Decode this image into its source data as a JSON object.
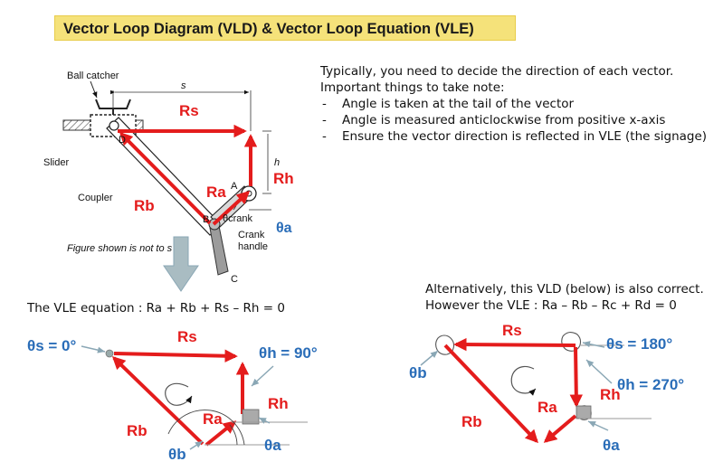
{
  "title": "Vector Loop Diagram (VLD) & Vector Loop Equation (VLE)",
  "notes": {
    "intro": "Typically, you need to decide the direction of each vector.",
    "heading": "Important things to take note:",
    "bullets": [
      "Angle is taken at the tail of the vector",
      "Angle is measured anticlockwise from positive x-axis",
      "Ensure the vector direction is reflected in VLE (the signage)"
    ]
  },
  "mechanism": {
    "labels": {
      "ball_catcher": "Ball catcher",
      "slider": "Slider",
      "coupler": "Coupler",
      "crank_handle_1": "Crank",
      "crank_handle_2": "handle",
      "figure_note": "Figure shown is not to s",
      "s": "s",
      "h": "h",
      "A": "A",
      "B": "B",
      "C": "C",
      "D": "D",
      "theta_crank": "θcrank"
    },
    "vectors": {
      "Rs": "Rs",
      "Rh": "Rh",
      "Ra": "Ra",
      "Rb": "Rb"
    },
    "theta_a": "θa"
  },
  "vle1": {
    "equation": "The VLE equation : Ra + Rb + Rs – Rh = 0",
    "theta_s": "θs = 0°",
    "theta_h": "θh = 90°",
    "theta_a": "θa",
    "theta_b": "θb",
    "vectors": {
      "Rs": "Rs",
      "Rh": "Rh",
      "Ra": "Ra",
      "Rb": "Rb"
    }
  },
  "vle2": {
    "line1": "Alternatively, this VLD (below) is also correct.",
    "line2": "However the VLE : Ra – Rb – Rc + Rd = 0",
    "theta_s": "θs = 180°",
    "theta_h": "θh = 270°",
    "theta_a": "θa",
    "theta_b": "θb",
    "vectors": {
      "Rs": "Rs",
      "Rh": "Rh",
      "Ra": "Ra",
      "Rb": "Rb"
    }
  },
  "colors": {
    "vector": "#e41c1c",
    "angle": "#2a6db8",
    "title_bg": "#f5e27a",
    "down_arrow": "#a9bcc2"
  }
}
